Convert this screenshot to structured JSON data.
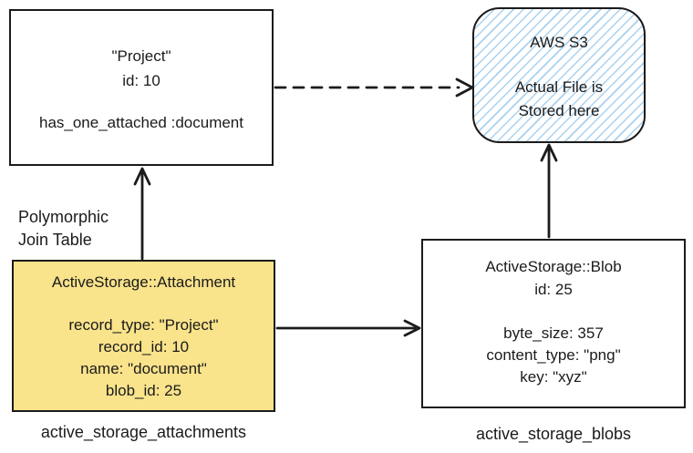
{
  "colors": {
    "ink": "#1b1b1b",
    "yellow": "#f9e38b",
    "blue": "#a8d1f0"
  },
  "boxes": {
    "project": {
      "title": "\"Project\"",
      "id_line": "id: 10",
      "association": "has_one_attached :document"
    },
    "s3": {
      "title": "AWS S3",
      "body_line1": "Actual File is",
      "body_line2": "Stored here"
    },
    "attachment": {
      "title": "ActiveStorage::Attachment",
      "fields": [
        "record_type: \"Project\"",
        "record_id: 10",
        "name: \"document\"",
        "blob_id: 25"
      ],
      "caption": "active_storage_attachments"
    },
    "blob": {
      "title": "ActiveStorage::Blob",
      "id_line": "id: 25",
      "fields": [
        "byte_size: 357",
        "content_type: \"png\"",
        "key: \"xyz\""
      ],
      "caption": "active_storage_blobs"
    }
  },
  "labels": {
    "polymorphic_line1": "Polymorphic",
    "polymorphic_line2": "Join Table"
  }
}
